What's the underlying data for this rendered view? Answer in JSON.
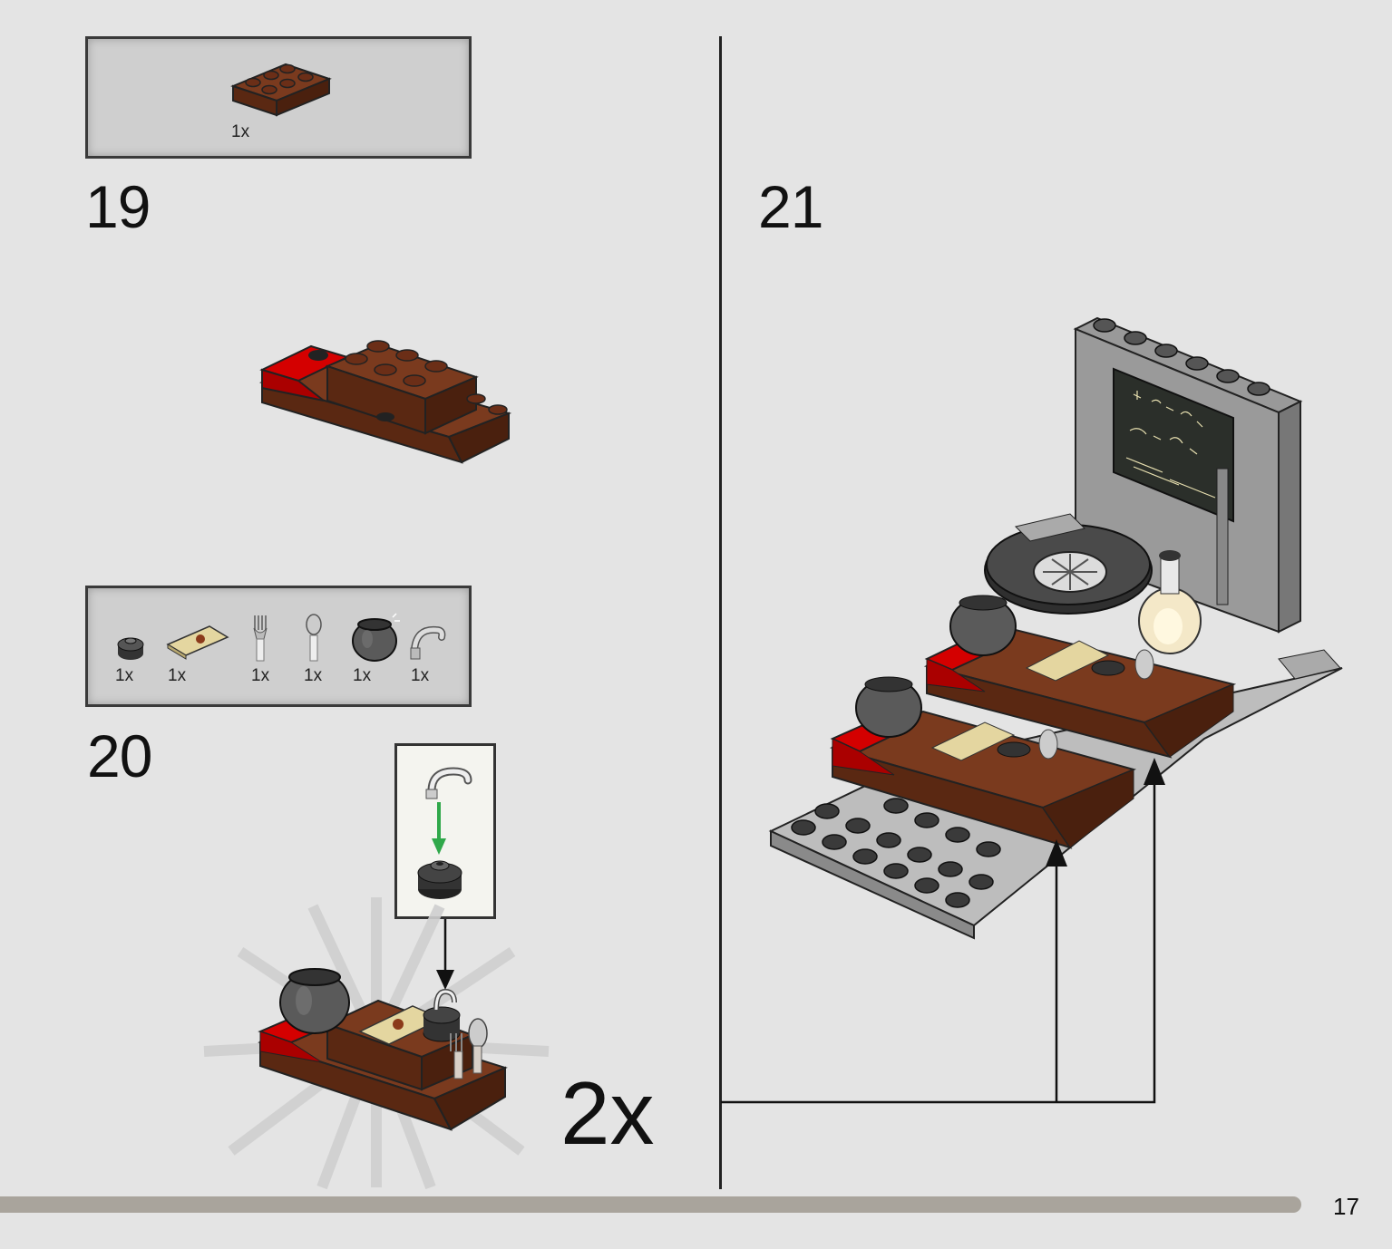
{
  "page": {
    "number": "17"
  },
  "steps": [
    {
      "number": "19",
      "parts": [
        {
          "name": "reddish-brown 2x3 plate",
          "qty": "1x"
        }
      ]
    },
    {
      "number": "20",
      "parts": [
        {
          "name": "black round brick 1x1",
          "qty": "1x"
        },
        {
          "name": "tan printed tile 1x2",
          "qty": "1x"
        },
        {
          "name": "fork utensil",
          "qty": "1x"
        },
        {
          "name": "spoon utensil",
          "qty": "1x"
        },
        {
          "name": "dark grey cauldron",
          "qty": "1x"
        },
        {
          "name": "grey faucet / hose nozzle",
          "qty": "1x"
        }
      ],
      "multiplier": "2x"
    },
    {
      "number": "21",
      "parts": []
    }
  ],
  "colors": {
    "background": "#e4e4e4",
    "parts_box": "#cfcfcf",
    "reddish_brown": "#6b2e17",
    "red": "#cc0000",
    "dark_grey": "#555555",
    "light_grey": "#a8a8a8",
    "tan": "#e4d6a0",
    "progress": "#a9a49c",
    "arrow_green": "#2fa84a"
  }
}
